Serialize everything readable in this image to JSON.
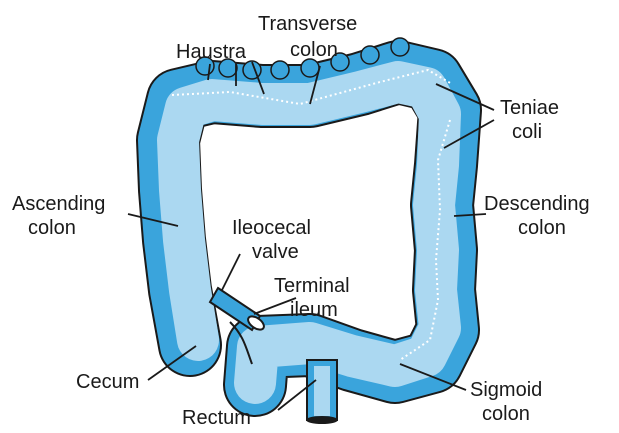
{
  "colors": {
    "outer": "#3aa4dc",
    "inner": "#abd8f1",
    "outline": "#1a1a1a",
    "leader": "#1a1a1a",
    "text": "#1a1a1a",
    "background": "#ffffff"
  },
  "labels": {
    "haustra": "Haustra",
    "transverse_1": "Transverse",
    "transverse_2": "colon",
    "teniae_1": "Teniae",
    "teniae_2": "coli",
    "ascending_1": "Ascending",
    "ascending_2": "colon",
    "descending_1": "Descending",
    "descending_2": "colon",
    "ileocecal_1": "Ileocecal",
    "ileocecal_2": "valve",
    "terminal_1": "Terminal",
    "terminal_2": "ileum",
    "cecum": "Cecum",
    "rectum": "Rectum",
    "sigmoid_1": "Sigmoid",
    "sigmoid_2": "colon"
  }
}
